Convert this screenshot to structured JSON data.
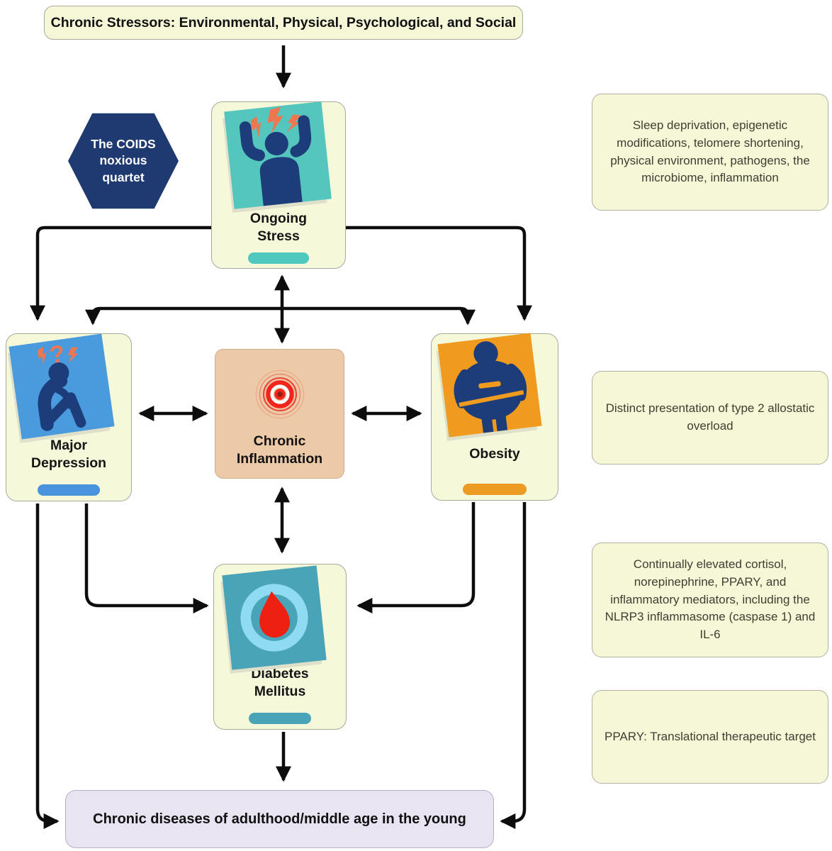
{
  "top_box": {
    "text": "Chronic Stressors: Environmental, Physical, Psychological, and Social"
  },
  "hexagon": {
    "text": "The COIDS noxious quartet"
  },
  "cards": {
    "ongoing_stress": {
      "label": "Ongoing Stress"
    },
    "major_depression": {
      "label": "Major Depression"
    },
    "chronic_inflammation": {
      "label": "Chronic Inflammation"
    },
    "obesity": {
      "label": "Obesity"
    },
    "diabetes_mellitus": {
      "label": "Diabetes Mellitus"
    }
  },
  "annotations": [
    {
      "text": "Sleep deprivation, epigenetic modifications, telomere shortening, physical environment, pathogens, the microbiome, inflammation"
    },
    {
      "text": "Distinct presentation of type 2 allostatic overload"
    },
    {
      "text": "Continually elevated cortisol, norepinephrine, PPARY, and inflammatory mediators, including the NLRP3 inflammasome (caspase 1) and IL-6"
    },
    {
      "text": "PPARY: Translational therapeutic target"
    }
  ],
  "bottom_box": {
    "text": "Chronic diseases of adulthood/middle age in the young"
  },
  "icons": {
    "ongoing_stress": "stressed-person-icon",
    "major_depression": "depressed-person-icon",
    "chronic_inflammation": "inflammation-target-icon",
    "obesity": "obese-person-icon",
    "diabetes_mellitus": "blood-drop-icon"
  },
  "colors": {
    "panel_yellow": "#f5f7d6",
    "panel_border": "#a9a99a",
    "navy": "#1e3a70",
    "teal": "#52c6bd",
    "teal_dark": "#4ba4b8",
    "blue": "#4a93dd",
    "orange": "#ef9b20",
    "flame_orange": "#f0764f",
    "tan": "#edcaa7",
    "red": "#ee2012",
    "lavender": "#e8e4f1",
    "arrow_black": "#0d0d0d"
  }
}
